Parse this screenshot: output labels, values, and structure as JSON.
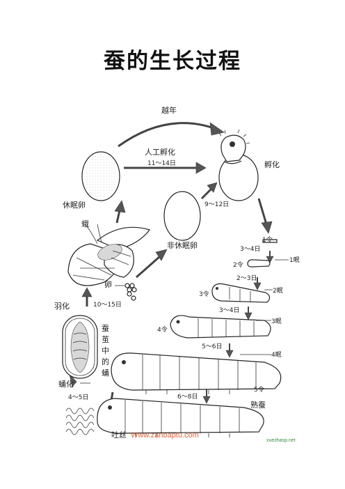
{
  "page": {
    "title": "蚕的生长过程"
  },
  "labels": {
    "overwinter": "越年",
    "artificial_hatch": "人工孵化",
    "artificial_hatch_days": "11～14日",
    "hatch": "孵化",
    "nondiapause_days": "9～12日",
    "diapause_egg": "休眠卵",
    "nondiapause_egg": "非休眠卵",
    "moth": "蛾",
    "egg": "卵",
    "eclosion": "羽化",
    "egg_days": "10～15日",
    "pupa_in_cocoon": [
      "蚕",
      "茧",
      "中",
      "的",
      "蛹"
    ],
    "pupation": "蛹化",
    "pupa_days": "4～5日",
    "spinning": "吐丝",
    "mature_silkworm": "熟蚕",
    "instars": [
      {
        "instar": "1令",
        "sleep": "1眠",
        "days": "3～4日"
      },
      {
        "instar": "2令",
        "sleep": "2眠",
        "days": "2～3日"
      },
      {
        "instar": "3令",
        "sleep": "3眠",
        "days": "3～4日"
      },
      {
        "instar": "4令",
        "sleep": "4眠",
        "days": "5～6日"
      },
      {
        "instar": "5令",
        "sleep": "",
        "days": "6～8日"
      }
    ]
  },
  "watermarks": {
    "site": "Www.zanbaptu.com",
    "logo": "xuezhasp.net"
  }
}
